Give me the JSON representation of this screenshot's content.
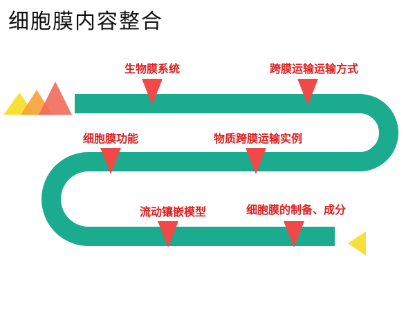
{
  "title": "细胞膜内容整合",
  "colors": {
    "track": "#1bab8f",
    "marker": "#f14848",
    "label": "#d92020",
    "triangle_yellow": "#f7e03a",
    "triangle_orange": "#f7a13a",
    "triangle_red": "#f26a5a"
  },
  "stages": [
    {
      "label": "生物膜系统"
    },
    {
      "label": "跨膜运输运输方式"
    },
    {
      "label": "细胞膜功能"
    },
    {
      "label": "物质跨膜运输实例"
    },
    {
      "label": "流动镶嵌模型"
    },
    {
      "label": "细胞膜的制备、成分"
    }
  ]
}
